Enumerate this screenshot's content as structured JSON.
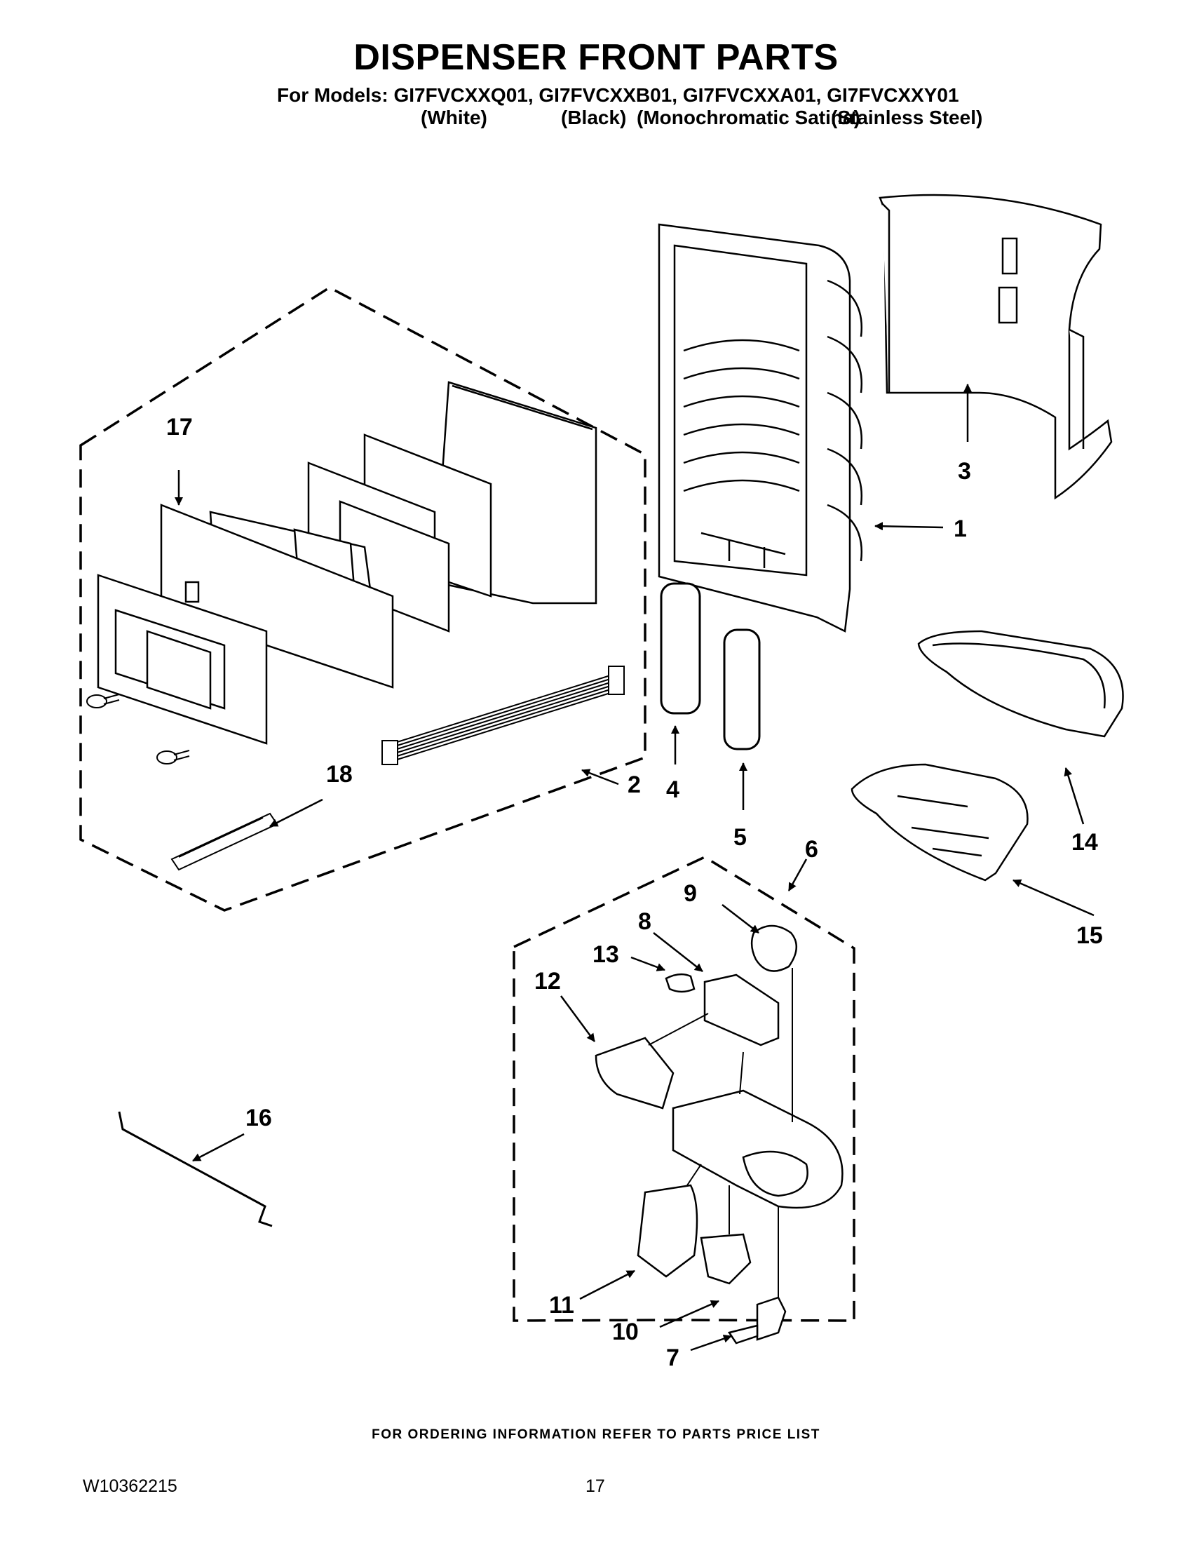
{
  "header": {
    "title": "DISPENSER FRONT PARTS",
    "models_line": "For Models: GI7FVCXXQ01, GI7FVCXXB01, GI7FVCXXA01, GI7FVCXXY01",
    "colors": [
      "(White)",
      "(Black)",
      "(Monochromatic Satina)",
      "(Stainless Steel)"
    ]
  },
  "callouts": [
    "1",
    "2",
    "3",
    "4",
    "5",
    "6",
    "7",
    "8",
    "9",
    "10",
    "11",
    "12",
    "13",
    "14",
    "15",
    "16",
    "17",
    "18"
  ],
  "footer": {
    "note": "FOR ORDERING INFORMATION REFER TO PARTS PRICE LIST",
    "doc_number": "W10362215",
    "page_number": "17"
  }
}
